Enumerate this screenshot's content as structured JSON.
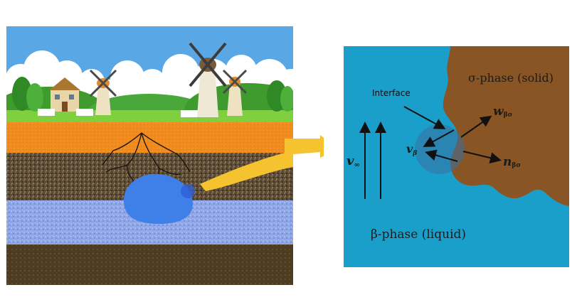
{
  "diagram": {
    "left_scene": {
      "sky_color": "#5aa7e6",
      "ground_color": "#f08b1e",
      "soil_color": "#5a4a36",
      "aquifer_color": "#8da6e6",
      "bedrock_color": "#4d3b22",
      "droplet_color": "#3f7fe8",
      "arrow_color": "#f5c230"
    },
    "right_panel": {
      "liquid_color": "#1a9fcb",
      "solid_color": "#8a5524",
      "labels": {
        "solid_phase": "σ-phase (solid)",
        "liquid_phase": "β-phase (liquid)",
        "interface": "Interface",
        "v_inf_main": "v",
        "v_inf_sub": "∞",
        "v_beta_main": "v",
        "v_beta_sub": "β",
        "w_main": "w",
        "w_sub": "βσ",
        "n_main": "n",
        "n_sub": "βσ"
      }
    }
  }
}
